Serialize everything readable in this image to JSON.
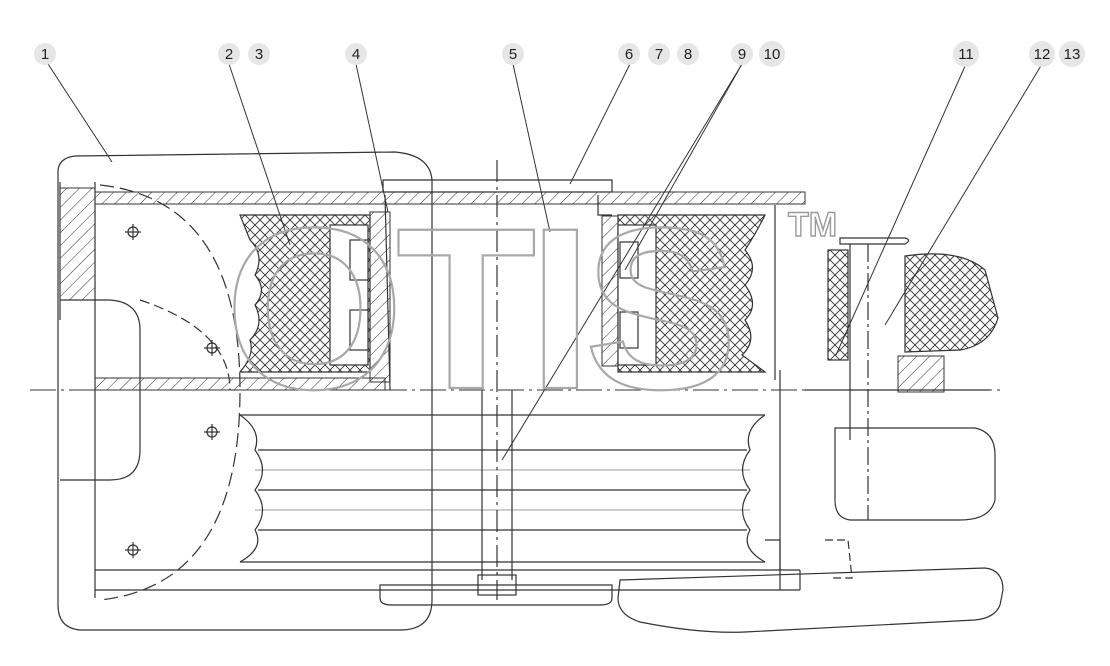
{
  "callouts": [
    {
      "id": "1",
      "label": "1"
    },
    {
      "id": "2",
      "label": "2"
    },
    {
      "id": "3",
      "label": "3"
    },
    {
      "id": "4",
      "label": "4"
    },
    {
      "id": "5",
      "label": "5"
    },
    {
      "id": "6",
      "label": "6"
    },
    {
      "id": "7",
      "label": "7"
    },
    {
      "id": "8",
      "label": "8"
    },
    {
      "id": "9",
      "label": "9"
    },
    {
      "id": "10",
      "label": "10"
    },
    {
      "id": "11",
      "label": "11"
    },
    {
      "id": "12",
      "label": "12"
    },
    {
      "id": "13",
      "label": "13"
    }
  ],
  "watermark": {
    "text": "OTIS",
    "trademark": "TM"
  },
  "colors": {
    "line": "#333333",
    "watermark": "#a8a8a8",
    "callout_circle": "#e6e6e6"
  }
}
